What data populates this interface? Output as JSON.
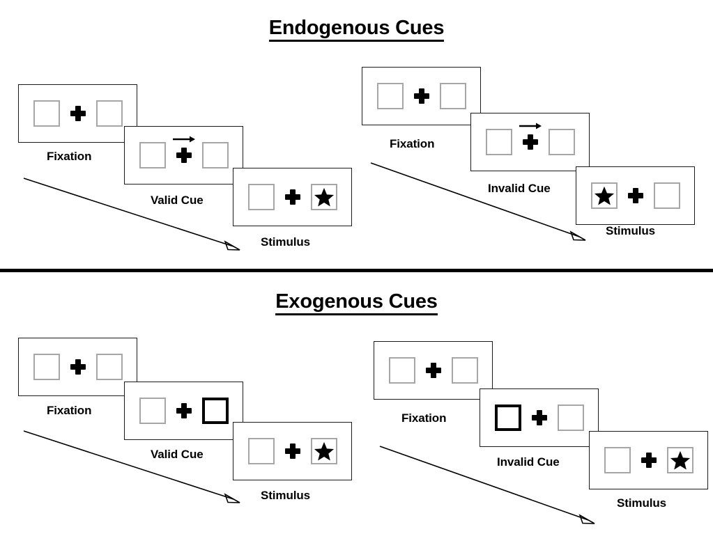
{
  "figure": {
    "title_endogenous": "Endogenous Cues",
    "title_exogenous": "Exogenous Cues"
  },
  "sections": [
    {
      "id": "endogenous",
      "title": "Endogenous Cues",
      "columns": [
        {
          "id": "endogenous-valid",
          "frames": [
            {
              "id": "fixation",
              "caption": "Fixation",
              "left_box": "empty",
              "right_box": "empty",
              "cue_arrow": "none",
              "cue_highlight": "none"
            },
            {
              "id": "valid-cue",
              "caption": "Valid Cue",
              "left_box": "empty",
              "right_box": "empty",
              "cue_arrow": "right",
              "cue_highlight": "none"
            },
            {
              "id": "stimulus",
              "caption": "Stimulus",
              "left_box": "empty",
              "right_box": "star",
              "cue_arrow": "none",
              "cue_highlight": "none"
            }
          ]
        },
        {
          "id": "endogenous-invalid",
          "frames": [
            {
              "id": "fixation",
              "caption": "Fixation",
              "left_box": "empty",
              "right_box": "empty",
              "cue_arrow": "none",
              "cue_highlight": "none"
            },
            {
              "id": "invalid-cue",
              "caption": "Invalid Cue",
              "left_box": "empty",
              "right_box": "empty",
              "cue_arrow": "right",
              "cue_highlight": "none"
            },
            {
              "id": "stimulus",
              "caption": "Stimulus",
              "left_box": "star",
              "right_box": "empty",
              "cue_arrow": "none",
              "cue_highlight": "none"
            }
          ]
        }
      ]
    },
    {
      "id": "exogenous",
      "title": "Exogenous Cues",
      "columns": [
        {
          "id": "exogenous-valid",
          "frames": [
            {
              "id": "fixation",
              "caption": "Fixation",
              "left_box": "empty",
              "right_box": "empty",
              "cue_arrow": "none",
              "cue_highlight": "none"
            },
            {
              "id": "valid-cue",
              "caption": "Valid Cue",
              "left_box": "empty",
              "right_box": "bold",
              "cue_arrow": "none",
              "cue_highlight": "right"
            },
            {
              "id": "stimulus",
              "caption": "Stimulus",
              "left_box": "empty",
              "right_box": "star",
              "cue_arrow": "none",
              "cue_highlight": "none"
            }
          ]
        },
        {
          "id": "exogenous-invalid",
          "frames": [
            {
              "id": "fixation",
              "caption": "Fixation",
              "left_box": "empty",
              "right_box": "empty",
              "cue_arrow": "none",
              "cue_highlight": "none"
            },
            {
              "id": "invalid-cue",
              "caption": "Invalid Cue",
              "left_box": "bold",
              "right_box": "empty",
              "cue_arrow": "none",
              "cue_highlight": "left"
            },
            {
              "id": "stimulus",
              "caption": "Stimulus",
              "left_box": "empty",
              "right_box": "star",
              "cue_arrow": "none",
              "cue_highlight": "none"
            }
          ]
        }
      ]
    }
  ],
  "captions": {
    "fixation": "Fixation",
    "valid_cue": "Valid Cue",
    "invalid_cue": "Invalid Cue",
    "stimulus": "Stimulus"
  },
  "colors": {
    "ink": "#000000",
    "panel_border": "#1a1a1a",
    "box_border": "#a6a6a6",
    "box_border_bold": "#000000",
    "background": "#ffffff",
    "divider": "#000000"
  },
  "icons": {
    "fixation_cross": "plus-icon",
    "target": "star-icon",
    "cue_direction": "arrow-right-icon",
    "sequence": "arrow-diagonal-down-right-icon"
  }
}
